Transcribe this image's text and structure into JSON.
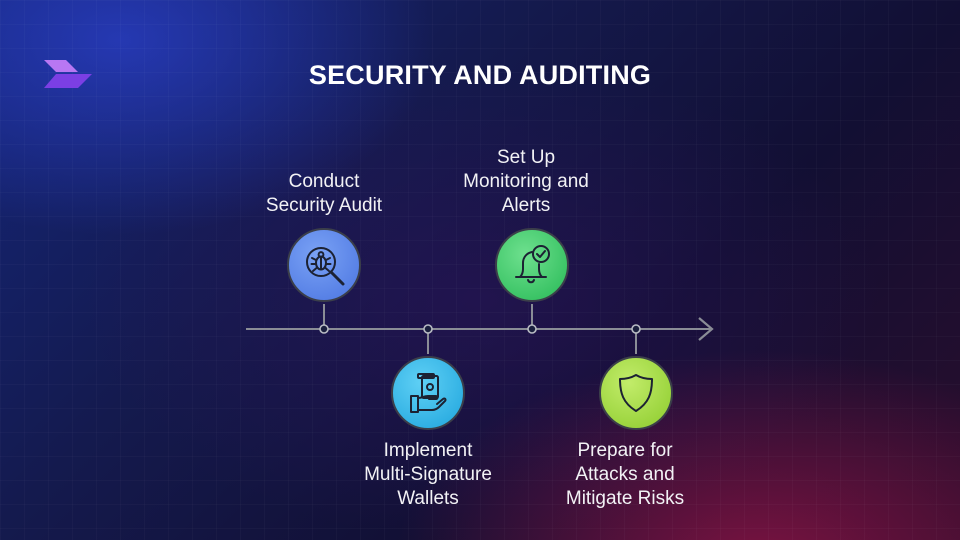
{
  "title": "SECURITY AND AUDITING",
  "logo": {
    "icon": "brand-chevron-logo",
    "colors": [
      "#b06cf0",
      "#7a3ee6"
    ]
  },
  "timeline": {
    "line_color": "#8a8d96",
    "steps": [
      {
        "id": "audit",
        "lines": [
          "Conduct",
          "Security Audit"
        ],
        "icon": "bug-magnifier-icon",
        "position": "above",
        "color": "#5b86ec"
      },
      {
        "id": "multisig",
        "lines": [
          "Implement",
          "Multi-Signature",
          "Wallets"
        ],
        "icon": "hand-holding-cash-icon",
        "position": "below",
        "color": "#2bb4e8"
      },
      {
        "id": "monitoring",
        "lines": [
          "Set Up",
          "Monitoring and",
          "Alerts"
        ],
        "icon": "bell-check-icon",
        "position": "above",
        "color": "#35c96a"
      },
      {
        "id": "attacks",
        "lines": [
          "Prepare for",
          "Attacks and",
          "Mitigate Risks"
        ],
        "icon": "shield-icon",
        "position": "below",
        "color": "#9ed83e"
      }
    ]
  }
}
